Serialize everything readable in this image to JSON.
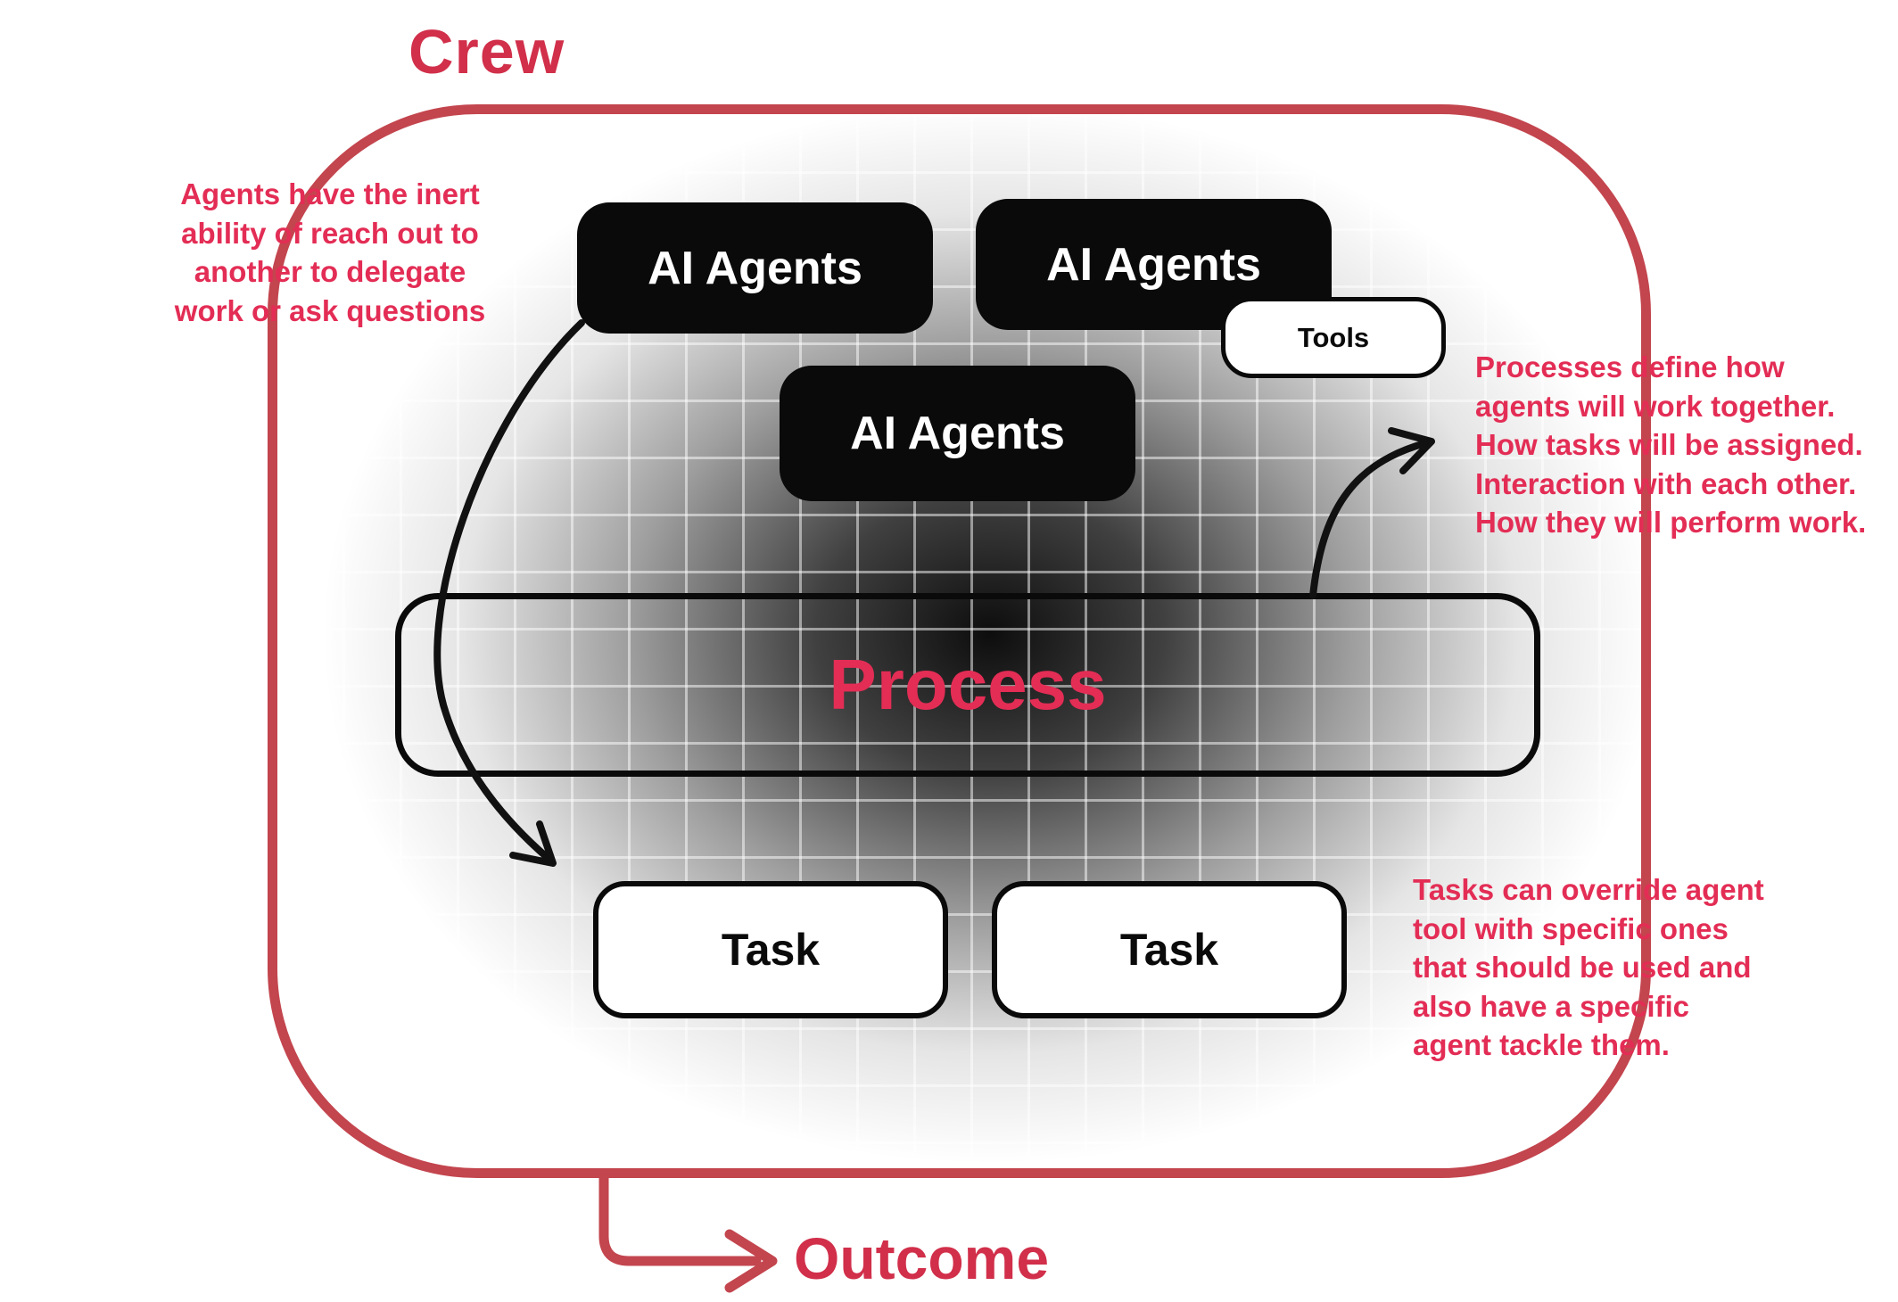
{
  "diagram": {
    "title": "Crew",
    "outcome_label": "Outcome",
    "nodes": {
      "ai_agent_1": {
        "label": "AI Agents"
      },
      "ai_agent_2": {
        "label": "AI Agents"
      },
      "ai_agent_3": {
        "label": "AI Agents"
      },
      "tools": {
        "label": "Tools"
      },
      "process": {
        "label": "Process"
      },
      "task_1": {
        "label": "Task"
      },
      "task_2": {
        "label": "Task"
      }
    },
    "annotations": {
      "agents_note": "Agents have the inert\nability of reach out to\nanother to delegate\nwork or ask questions",
      "process_note": "Processes define how\nagents will work together.\nHow tasks will be assigned.\nInteraction with each other.\nHow they will perform work.",
      "tasks_note": "Tasks can override agent\ntool with specific ones\nthat should be used and\nalso have a specific\nagent tackle them."
    },
    "colors": {
      "accent_text": "#e32d55",
      "title_text": "#d12f4a",
      "boundary_border": "#c3454e",
      "node_fill": "#0a0a0a",
      "node_text": "#ffffff"
    }
  }
}
